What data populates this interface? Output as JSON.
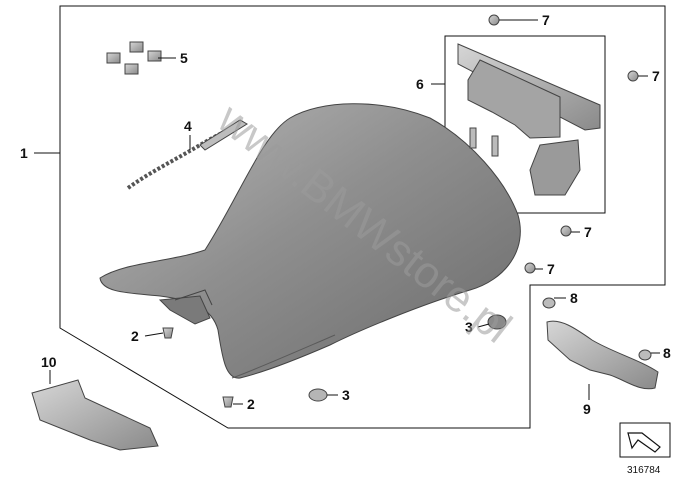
{
  "diagram": {
    "callouts": {
      "c1": "1",
      "c2a": "2",
      "c2b": "2",
      "c3a": "3",
      "c3b": "3",
      "c4": "4",
      "c5": "5",
      "c6": "6",
      "c7a": "7",
      "c7b": "7",
      "c7c": "7",
      "c7d": "7",
      "c8a": "8",
      "c8b": "8",
      "c9": "9",
      "c10": "10"
    },
    "watermark": "www.BMWstore.pl",
    "reference_number": "316784"
  }
}
